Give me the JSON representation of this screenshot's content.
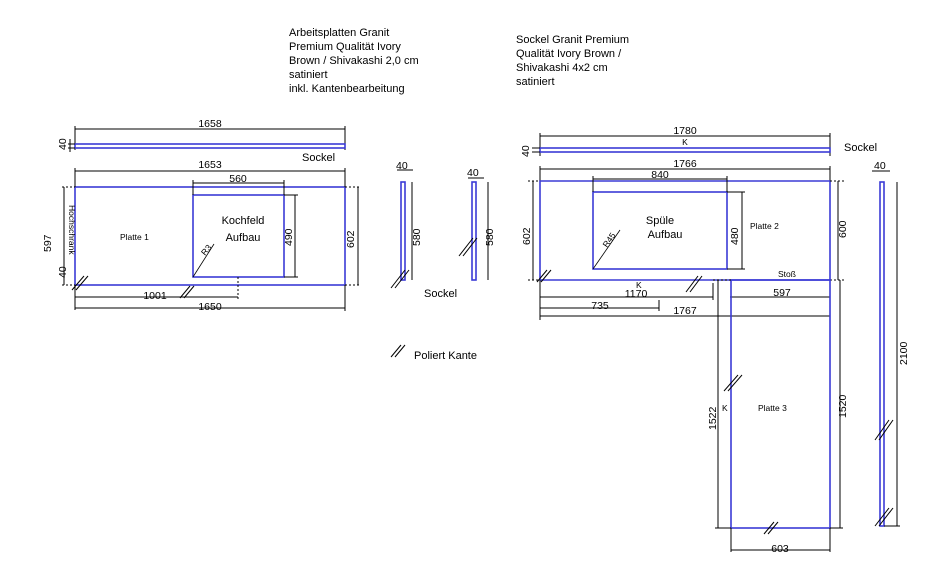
{
  "notes": {
    "worktop": [
      "Arbeitsplatten Granit",
      "Premium Qualität Ivory",
      "Brown / Shivakashi 2,0 cm",
      "satiniert",
      "inkl. Kantenbearbeitung"
    ],
    "plinth": [
      "Sockel Granit Premium",
      "Qualität Ivory Brown /",
      "Shivakashi 4x2 cm",
      "satiniert"
    ]
  },
  "legend": {
    "polished_edge": "Poliert Kante"
  },
  "left_plan": {
    "dims": {
      "top_length": "1658",
      "top_depth": "40",
      "main_length": "1653",
      "cutout_width": "560",
      "left_depth": "597",
      "left_small": "40",
      "cutout_depth": "490",
      "right_depth": "602",
      "bottom_offset": "1001",
      "bottom_length": "1650"
    },
    "labels": {
      "sockel": "Sockel",
      "hochschrank": "Hochschrank",
      "platte": "Platte 1",
      "cutout_line1": "Kochfeld",
      "cutout_line2": "Aufbau",
      "radius": "R3"
    }
  },
  "middle_pieces": {
    "dims": {
      "a_width": "40",
      "a_height": "580",
      "b_width": "40",
      "b_height": "580"
    },
    "labels": {
      "sockel": "Sockel"
    }
  },
  "right_plan": {
    "dims": {
      "top_length": "1780",
      "top_depth": "40",
      "main_length": "1766",
      "cutout_width": "840",
      "left_depth": "602",
      "cutout_depth": "480",
      "right_depth": "600",
      "bottom_a": "1170",
      "bottom_b": "597",
      "bottom_c": "735",
      "bottom_d": "1767",
      "p3_left": "1522",
      "p3_right": "1520",
      "p3_bottom": "603",
      "tall_width": "40",
      "tall_height": "2100"
    },
    "labels": {
      "sockel": "Sockel",
      "platte2": "Platte 2",
      "platte3": "Platte 3",
      "cutout_line1": "Spüle",
      "cutout_line2": "Aufbau",
      "radius": "R45",
      "joint": "Stoß",
      "k_top": "K",
      "k_bottom": "K",
      "k_p3": "K"
    }
  }
}
